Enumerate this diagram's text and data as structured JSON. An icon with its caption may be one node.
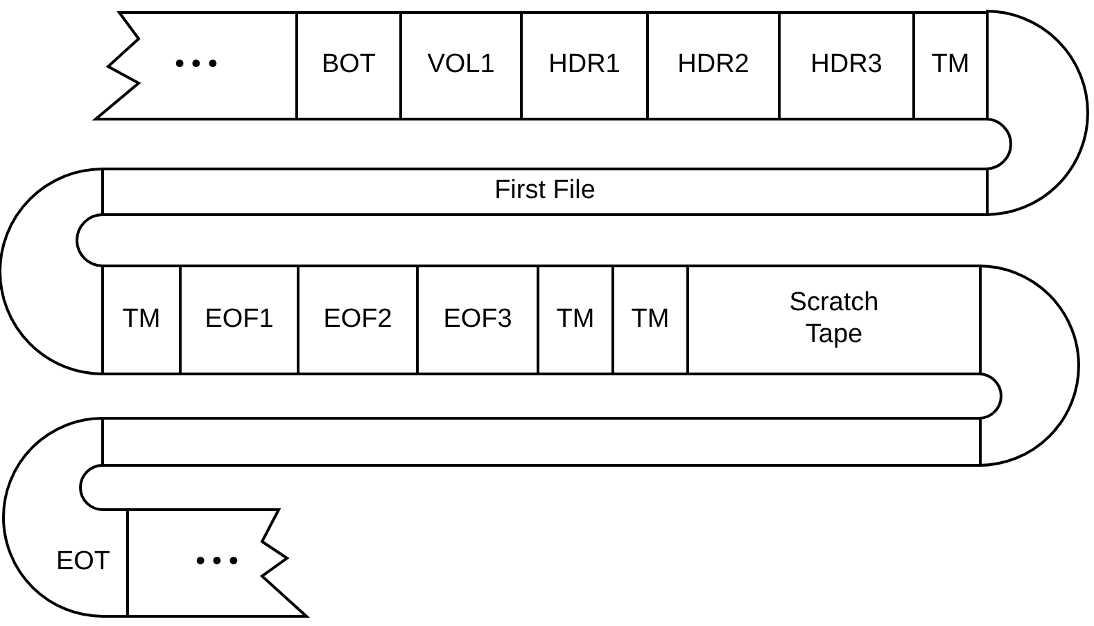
{
  "diagram": {
    "nodes": [
      {
        "text": [
          "• • •"
        ]
      },
      {
        "text": [
          "BOT"
        ]
      },
      {
        "text": [
          "VOL1"
        ]
      },
      {
        "text": [
          "HDR1"
        ]
      },
      {
        "text": [
          "HDR2"
        ]
      },
      {
        "text": [
          "HDR3"
        ]
      },
      {
        "text": [
          "TM"
        ]
      },
      {
        "text": [
          "First File"
        ]
      },
      {
        "text": [
          "TM"
        ]
      },
      {
        "text": [
          "EOF1"
        ]
      },
      {
        "text": [
          "EOF2"
        ]
      },
      {
        "text": [
          "EOF3"
        ]
      },
      {
        "text": [
          "TM"
        ]
      },
      {
        "text": [
          "TM"
        ]
      },
      {
        "text": [
          "Scratch Tape"
        ]
      },
      {
        "text": [],
        "shape": "box"
      },
      {
        "text": [
          "EOT"
        ]
      },
      {
        "text": [
          "• • •"
        ]
      }
    ]
  }
}
